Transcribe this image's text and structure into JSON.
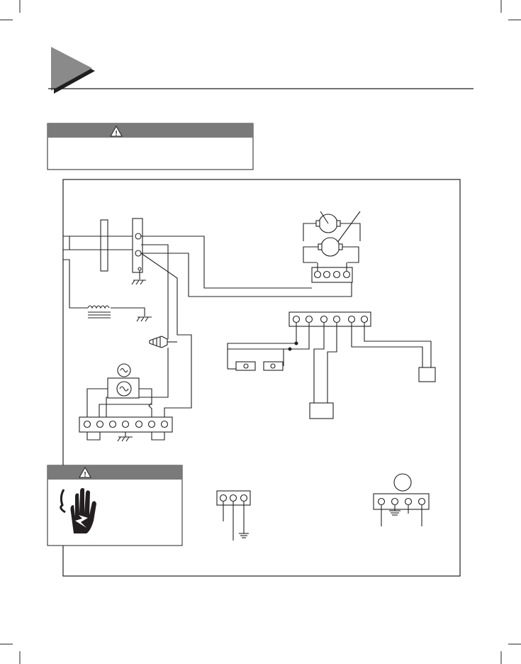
{
  "page": {
    "background": "#ffffff",
    "ink": "#231f20",
    "accent_gray": "#808080",
    "panel_gray": "#7a7a7a"
  },
  "warnings": {
    "top": {
      "icon": "warning-triangle-icon",
      "text": ""
    },
    "bottom": {
      "icon": "warning-triangle-icon",
      "symbol": "electric-shock-hand-icon",
      "text": ""
    }
  },
  "diagram": {
    "components": [
      "terminal-block-6",
      "terminal-block-4",
      "terminal-block-7",
      "terminal-block-3",
      "terminal-block-4-ground",
      "motor-top",
      "motor-bottom",
      "transformer",
      "wire-nut",
      "lamp-top",
      "lamp-bottom",
      "fuse-left",
      "fuse-right",
      "relay-box",
      "limit-switch-box",
      "capacitor-circle"
    ]
  }
}
